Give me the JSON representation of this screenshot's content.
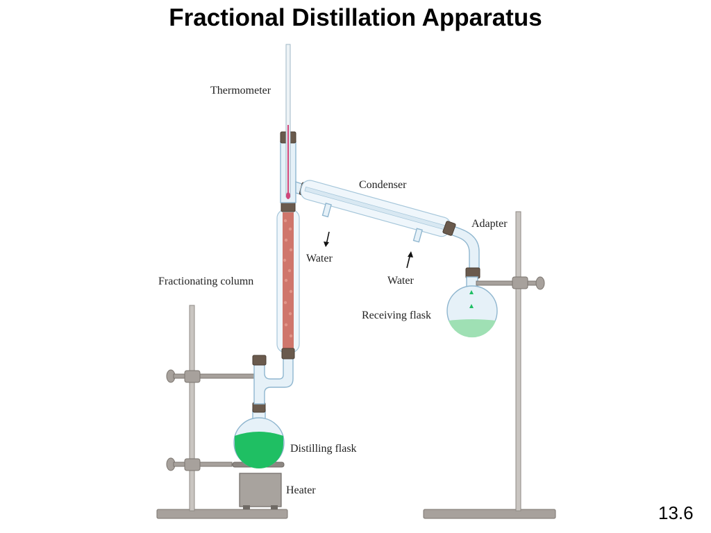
{
  "title": "Fractional Distillation Apparatus",
  "slide_number": "13.6",
  "labels": {
    "thermometer": "Thermometer",
    "condenser": "Condenser",
    "adapter": "Adapter",
    "water_out": "Water",
    "water_in": "Water",
    "fractionating_column": "Fractionating column",
    "receiving_flask": "Receiving flask",
    "distilling_flask": "Distilling flask",
    "heater": "Heater"
  },
  "colors": {
    "distillate_green": "#1fbf63",
    "packing": "#c95f52",
    "thermometer_liquid": "#d0457a"
  },
  "icons": [
    "thermometer-icon",
    "condenser-icon",
    "flask-icon",
    "ring-stand-icon"
  ]
}
